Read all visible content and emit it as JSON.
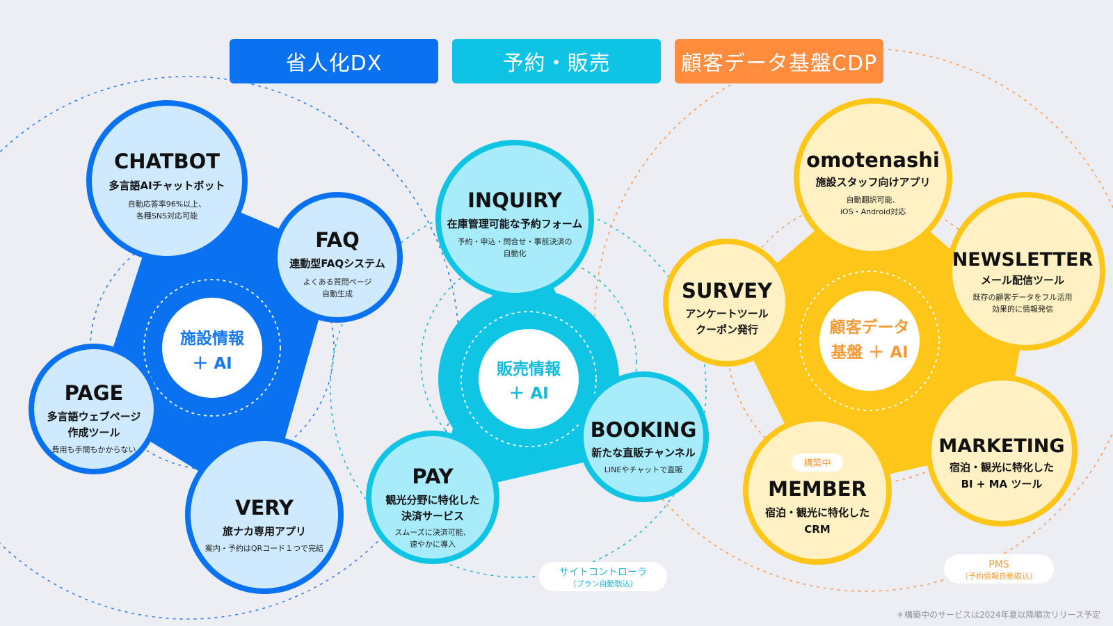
{
  "headers": {
    "dx": "省人化DX",
    "sales": "予約・販売",
    "cdp": "顧客データ基盤CDP"
  },
  "clusters": {
    "dx": {
      "hub": [
        "施設情報",
        "＋ AI"
      ],
      "nodes": {
        "chatbot": {
          "title": "CHATBOT",
          "subtitle": "多言語AIチャットボット",
          "desc": [
            "自動応答率96%以上、",
            "各種SNS対応可能"
          ]
        },
        "faq": {
          "title": "FAQ",
          "subtitle": "連動型FAQシステム",
          "desc": [
            "よくある質問ページ",
            "自動生成"
          ]
        },
        "page": {
          "title": "PAGE",
          "subtitle": "多言語ウェブページ",
          "subtitle2": "作成ツール",
          "desc": [
            "費用も手間もかからない"
          ]
        },
        "very": {
          "title": "VERY",
          "subtitle": "旅ナカ専用アプリ",
          "desc": [
            "案内・予約はQRコード１つで完結"
          ]
        }
      }
    },
    "sales": {
      "hub": [
        "販売情報",
        "＋ AI"
      ],
      "nodes": {
        "inquiry": {
          "title": "INQUIRY",
          "subtitle": "在庫管理可能な予約フォーム",
          "desc": [
            "予約・申込・問合せ・事前決済の",
            "自動化"
          ]
        },
        "booking": {
          "title": "BOOKING",
          "subtitle": "新たな直販チャンネル",
          "desc": [
            "LINEやチャットで直販"
          ]
        },
        "pay": {
          "title": "PAY",
          "subtitle": "観光分野に特化した",
          "subtitle2": "決済サービス",
          "desc": [
            "スムーズに決済可能、",
            "速やかに導入"
          ]
        }
      },
      "pill": {
        "line1": "サイトコントローラ",
        "line2": "（プラン自動取込）"
      }
    },
    "cdp": {
      "hub": [
        "顧客データ",
        "基盤 ＋ AI"
      ],
      "nodes": {
        "omotenashi": {
          "title": "omotenashi",
          "subtitle": "施設スタッフ向けアプリ",
          "desc": [
            "自動翻訳可能、",
            "iOS・Android対応"
          ]
        },
        "newsletter": {
          "title": "NEWSLETTER",
          "subtitle": "メール配信ツール",
          "desc": [
            "既存の顧客データをフル活用",
            "効果的に情報発信"
          ]
        },
        "survey": {
          "title": "SURVEY",
          "subtitle": "アンケートツール",
          "subtitle2": "クーポン発行"
        },
        "marketing": {
          "title": "MARKETING",
          "subtitle": "宿泊・観光に特化した",
          "subtitle2": "BI + MA ツール"
        },
        "member": {
          "badge": "構築中",
          "title": "MEMBER",
          "subtitle": "宿泊・観光に特化した",
          "subtitle2": "CRM"
        }
      },
      "pill": {
        "line1": "PMS",
        "line2": "（予約情報自動取込）"
      }
    }
  },
  "footnote": "＊構築中のサービスは2024年夏以降順次リリース予定",
  "colors": {
    "blue": "#0a72f0",
    "blue_fill": "#cfeafe",
    "blue_text": "#1677ee",
    "cyan": "#10c4e4",
    "cyan_fill": "#a8ecfb",
    "cyan_text": "#12bbdc",
    "yellow": "#ffc61a",
    "yellow_fill": "#fff1c4",
    "orange_text": "#f79a36",
    "orange_dash": "#ff9a52"
  }
}
